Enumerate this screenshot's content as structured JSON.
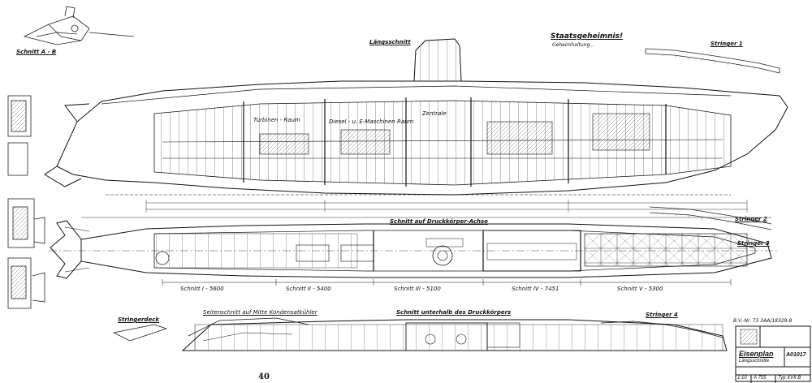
{
  "drawing": {
    "section_titles": {
      "longitudinal": "Längsschnitt",
      "pressure_hull_axis": "Schnitt auf Druckkörper-Achse",
      "below_pressure_hull": "Schnitt unterhalb des Druckkörpers",
      "section_ab": "Schnitt A - B"
    },
    "stamp": {
      "line1": "Staatsgeheimnis!",
      "line2": "Geheimhaltung..."
    },
    "stringers": {
      "s1": "Stringer 1",
      "s2": "Stringer 2",
      "s3": "Stringer 3",
      "s4": "Stringer 4",
      "deck": "Stringerdeck"
    },
    "compartments": {
      "turbine": "Turbinen - Raum",
      "diesel": "Diesel - u. E-Maschinen Raum",
      "central": "Zentrale"
    },
    "cuts": {
      "c1": "Schnitt I - 5600",
      "c2": "Schnitt II - 5400",
      "c3": "Schnitt III - 5100",
      "c4": "Schnitt IV - 7451",
      "c5": "Schnitt V - 5300"
    },
    "side_cut": "Seitenschnitt auf Mitte Kondensatkühler",
    "drawing_ref": "B.V.-Nr. 73 3AA/18329-8"
  },
  "title_block": {
    "title": "Eisenplan",
    "subtitle": "Längsschnitte",
    "sheet_no": "A01017",
    "scale": "1:10",
    "number": "A 755",
    "type": "Typ XVII B"
  },
  "page": {
    "number": "40"
  }
}
